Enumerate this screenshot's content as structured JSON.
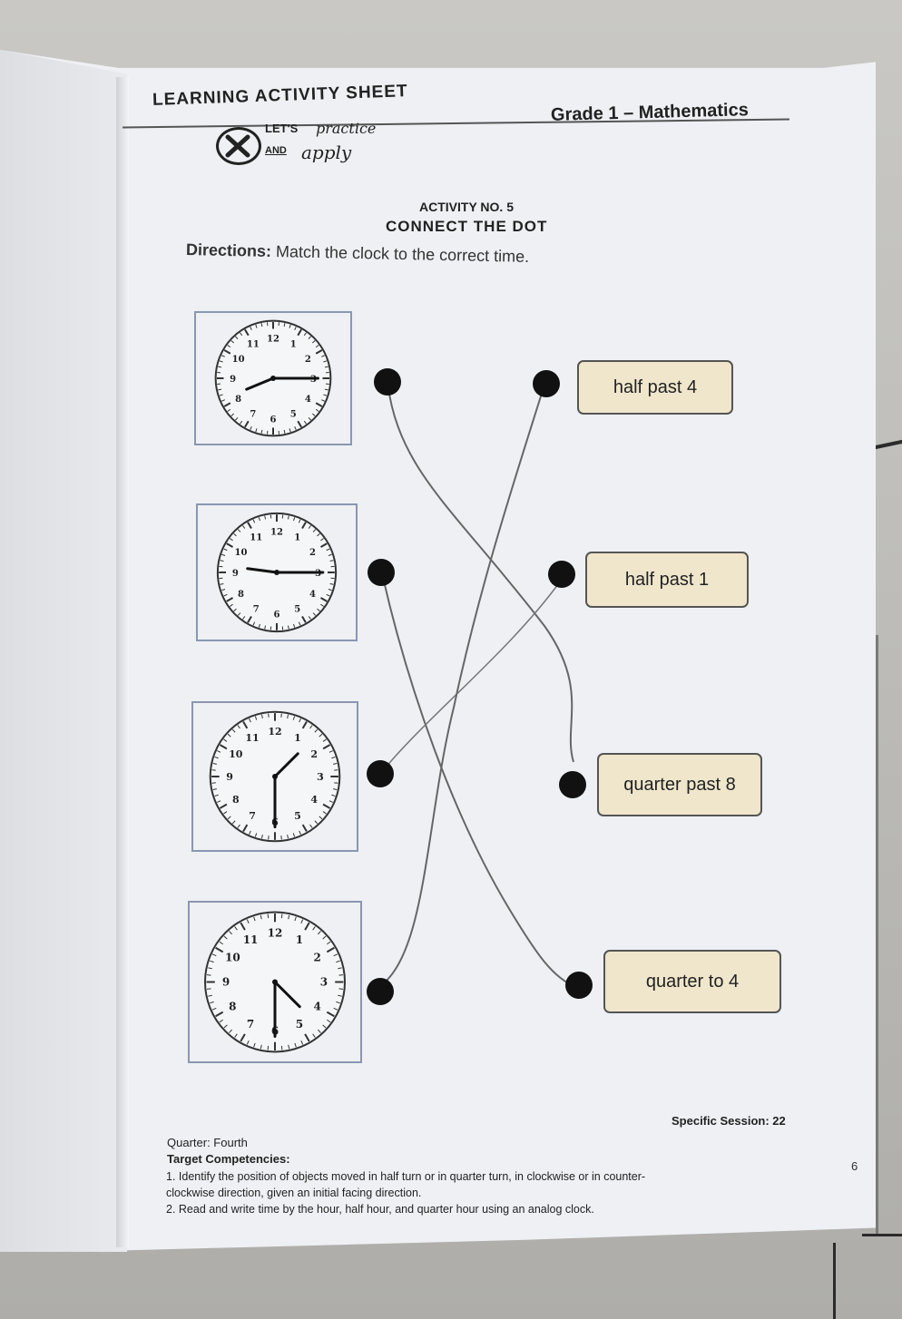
{
  "header": {
    "title": "LEARNING ACTIVITY SHEET",
    "grade": "Grade 1 – Mathematics",
    "lets_label": "LET'S",
    "and_label": "AND",
    "practice": "practice",
    "apply": "apply"
  },
  "activity": {
    "number": "ACTIVITY NO. 5",
    "name": "CONNECT THE DOT",
    "directions_label": "Directions:",
    "directions_text": "Match the clock to the correct time."
  },
  "clocks": [
    {
      "hour": 8,
      "minute": 15
    },
    {
      "hour": 9,
      "minute": 15
    },
    {
      "hour": 1,
      "minute": 30
    },
    {
      "hour": 4,
      "minute": 30
    }
  ],
  "time_labels": [
    "half past 4",
    "half past 1",
    "quarter past 8",
    "quarter to 4"
  ],
  "footer": {
    "specific_session": "Specific Session: 22",
    "quarter": "Quarter: Fourth",
    "target_label": "Target Competencies:",
    "comp1a": "1. Identify the position of objects moved in half turn or in quarter turn, in clockwise or in counter-",
    "comp1b": "clockwise direction, given an initial facing direction.",
    "comp2": "2. Read and write time by the hour, half hour, and quarter hour using an analog clock.",
    "page_number": "6"
  },
  "colors": {
    "label_fill": "#efe6cc",
    "dot": "#111111",
    "paper": "#eef0f4"
  }
}
